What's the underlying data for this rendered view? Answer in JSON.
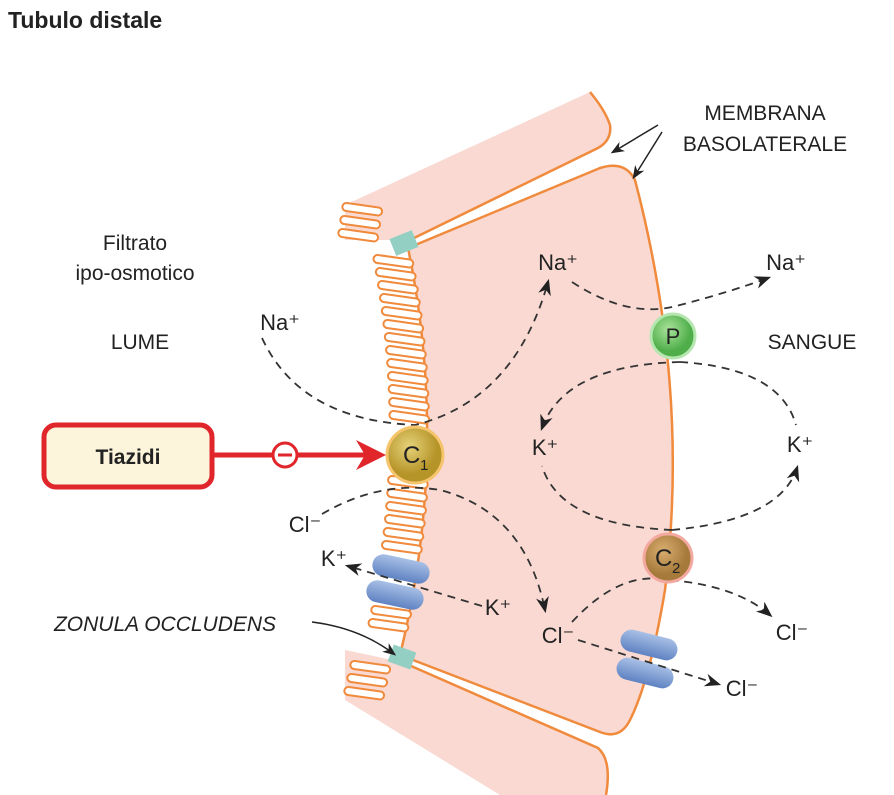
{
  "title": "Tubulo distale",
  "labels": {
    "membrana_1": "MEMBRANA",
    "membrana_2": "BASOLATERALE",
    "filtrato_1": "Filtrato",
    "filtrato_2": "ipo-osmotico",
    "lume": "LUME",
    "sangue": "SANGUE",
    "zonula": "ZONULA OCCLUDENS"
  },
  "drug": {
    "name": "Tiazidi",
    "effect_symbol": "−"
  },
  "transporters": {
    "c1": "C",
    "c1_sub": "1",
    "c2": "C",
    "c2_sub": "2",
    "pump": "P"
  },
  "ions": {
    "na_lumen": "Na⁺",
    "na_cell": "Na⁺",
    "na_blood": "Na⁺",
    "k_cell": "K⁺",
    "k_blood": "K⁺",
    "k_lumen": "K⁺",
    "k_cell2": "K⁺",
    "cl_lumen": "Cl⁻",
    "cl_cell": "Cl⁻",
    "cl_blood1": "Cl⁻",
    "cl_blood2": "Cl⁻"
  },
  "colors": {
    "membrane": "#f08a3c",
    "cytoplasm": "#f9d9d2",
    "drug": "#e0262b",
    "junction": "#93cfc3",
    "channel": "#7f9fd0"
  }
}
